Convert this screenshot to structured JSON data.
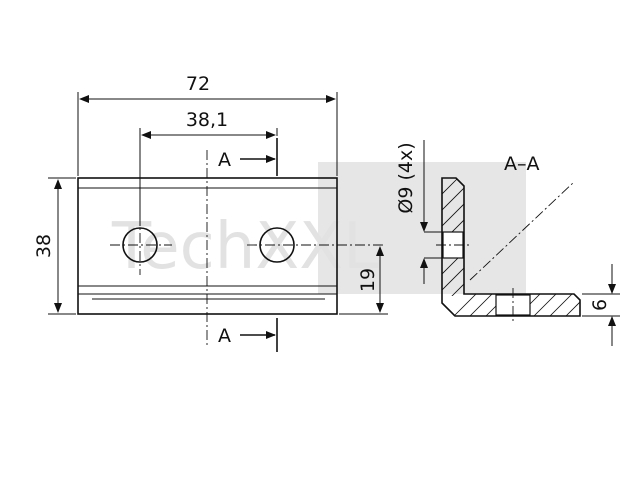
{
  "watermark": "TechXXL",
  "section_title": "A–A",
  "dimensions": {
    "length": "72",
    "hole_pitch": "38,1",
    "width": "38",
    "hole_offset": "19",
    "hole_diameter": "Ø9 (4x)",
    "thickness": "6"
  },
  "section_marks": {
    "top": "A",
    "bottom": "A"
  }
}
